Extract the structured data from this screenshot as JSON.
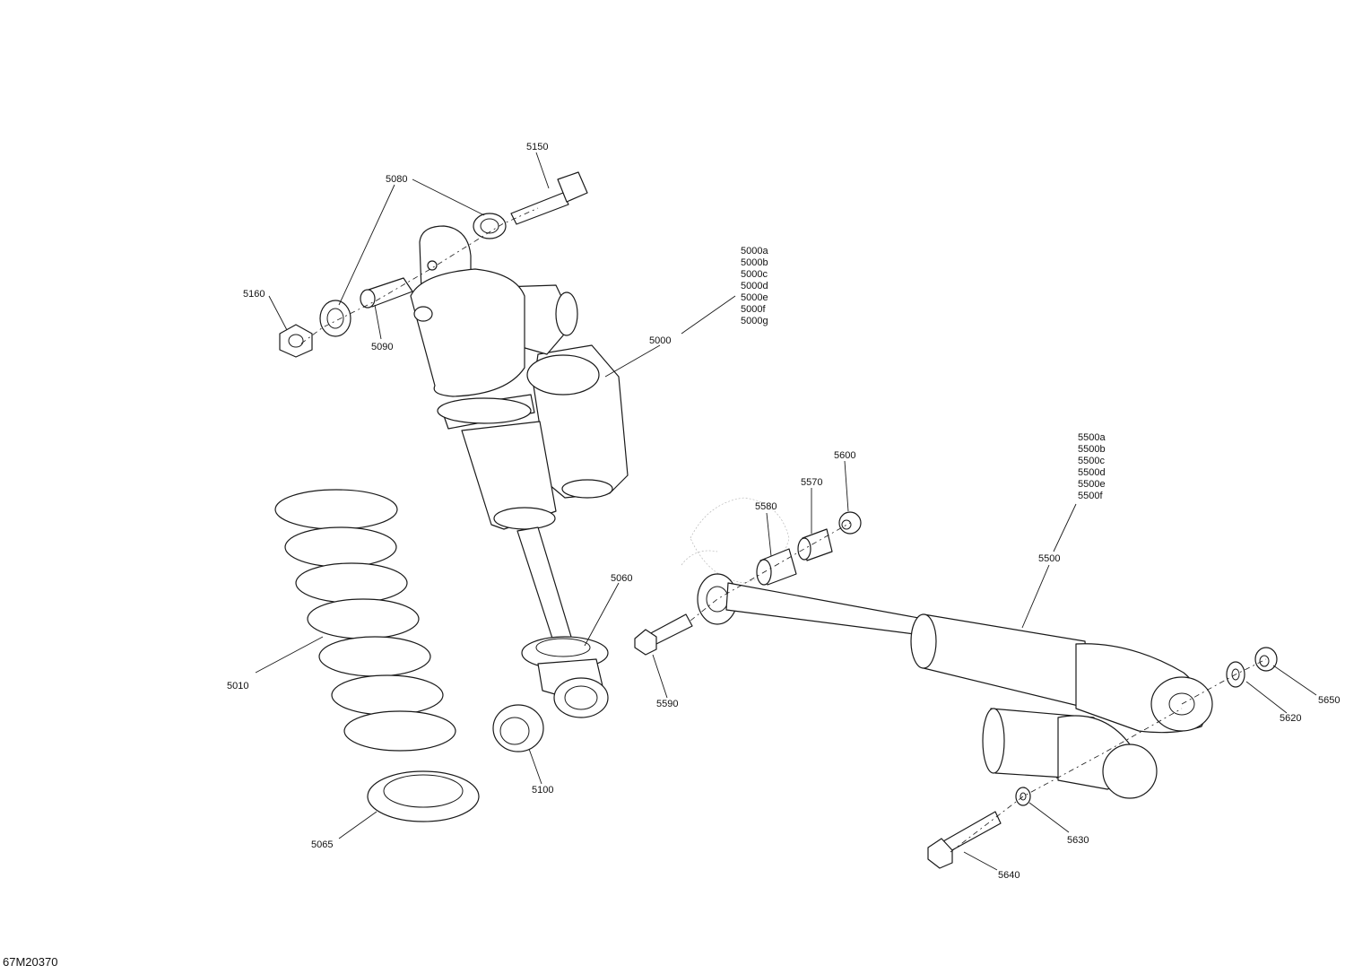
{
  "callouts": {
    "c5150": "5150",
    "c5080": "5080",
    "c5160": "5160",
    "c5090": "5090",
    "c5000": "5000",
    "c5010": "5010",
    "c5060": "5060",
    "c5065": "5065",
    "c5100": "5100",
    "c5580": "5580",
    "c5570": "5570",
    "c5600": "5600",
    "c5590": "5590",
    "c5500": "5500",
    "c5620": "5620",
    "c5650": "5650",
    "c5630": "5630",
    "c5640": "5640"
  },
  "variants_5000": [
    "5000a",
    "5000b",
    "5000c",
    "5000d",
    "5000e",
    "5000f",
    "5000g"
  ],
  "variants_5500": [
    "5500a",
    "5500b",
    "5500c",
    "5500d",
    "5500e",
    "5500f"
  ],
  "drawing_code": "67M20370"
}
